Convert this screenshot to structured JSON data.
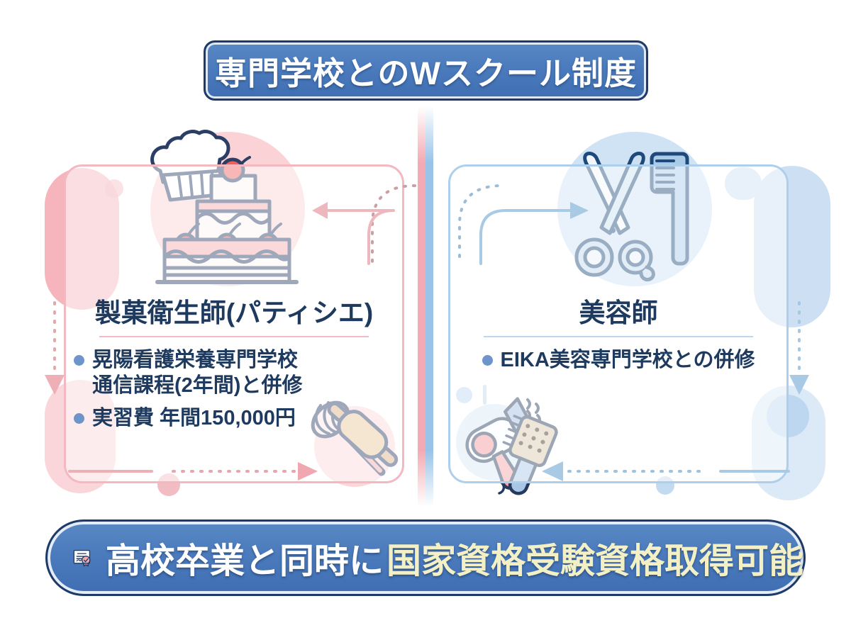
{
  "header": {
    "title": "専門学校とのWスクール制度"
  },
  "panels": [
    {
      "side": "left",
      "theme_color": "#f4aab2",
      "hero_icon": "cake-chef-hat-icon",
      "sub_icon": "whisk-rolling-pin-icon",
      "title": "製菓衛生師(パティシエ)",
      "bullets": [
        "晃陽看護栄養専門学校\n通信課程(2年間)と併修",
        "実習費 年間150,000円"
      ]
    },
    {
      "side": "right",
      "theme_color": "#99c3e8",
      "hero_icon": "scissors-comb-icon",
      "sub_icon": "hairdryer-brush-icon",
      "title": "美容師",
      "bullets": [
        "EIKA美容専門学校との併修"
      ]
    }
  ],
  "footer": {
    "icon": "certificate-icon",
    "text_normal": "高校卒業と同時に",
    "text_highlight": "国家資格受験資格取得可能",
    "highlight_color": "#f2f0c4"
  },
  "colors": {
    "banner_blue": "#4b7bbd",
    "banner_border": "#1e3a66",
    "heading_navy": "#1e3a5f",
    "pink": "#f4aab2",
    "blue": "#99c3e8",
    "bullet_dot": "#6d95c9"
  }
}
